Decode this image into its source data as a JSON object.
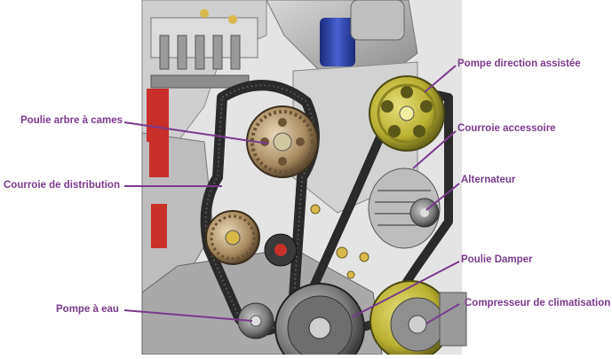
{
  "diagram": {
    "colors": {
      "label_text": "#7a3a8c",
      "leader_line": "#7a3a8c",
      "belt": "#2a2a2a",
      "cam_pulley": "#b89a6a",
      "steering_pulley": "#c9c23a",
      "engine_red": "#c8302a",
      "pump_blue": "#2a3fa0"
    },
    "labels": {
      "pompe_direction": "Pompe direction assistée",
      "poulie_arbre": "Poulie arbre à cames",
      "courroie_accessoire": "Courroie accessoire",
      "alternateur": "Alternateur",
      "courroie_distribution": "Courroie de distribution",
      "poulie_damper": "Poulie Damper",
      "compresseur": "Compresseur de climatisation",
      "pompe_eau": "Pompe à eau"
    }
  }
}
